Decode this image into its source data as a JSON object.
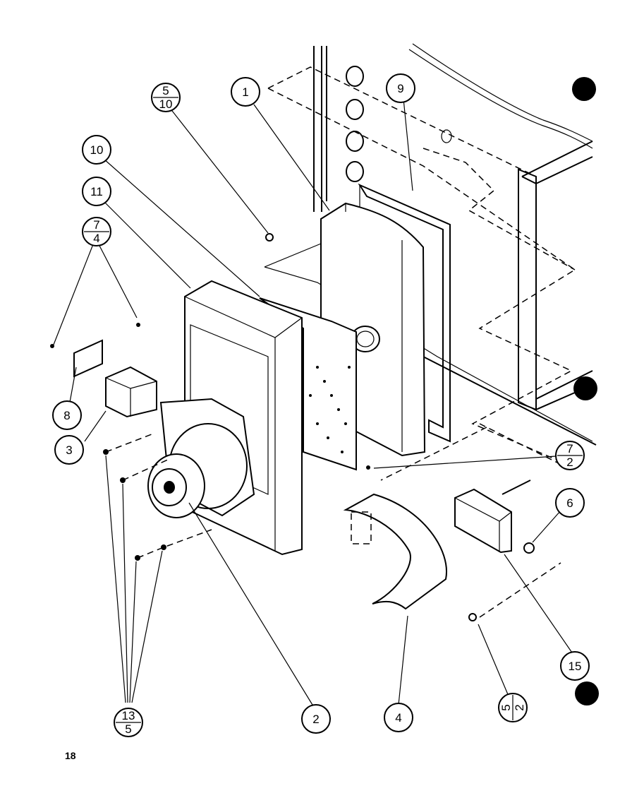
{
  "diagram": {
    "page_number": "18",
    "callouts": [
      {
        "id": "c-5-10",
        "top": "5",
        "bottom": "10"
      },
      {
        "id": "c-1",
        "label": "1"
      },
      {
        "id": "c-9",
        "label": "9"
      },
      {
        "id": "c-10",
        "label": "10"
      },
      {
        "id": "c-11",
        "label": "11"
      },
      {
        "id": "c-7-4",
        "top": "7",
        "bottom": "4"
      },
      {
        "id": "c-8",
        "label": "8"
      },
      {
        "id": "c-3",
        "label": "3"
      },
      {
        "id": "c-7-2",
        "top": "7",
        "bottom": "2"
      },
      {
        "id": "c-6",
        "label": "6"
      },
      {
        "id": "c-15",
        "label": "15"
      },
      {
        "id": "c-2",
        "label": "2"
      },
      {
        "id": "c-4",
        "label": "4"
      },
      {
        "id": "c-5-2",
        "top": "5",
        "bottom": "2"
      },
      {
        "id": "c-13-5",
        "top": "13",
        "bottom": "5"
      }
    ]
  }
}
